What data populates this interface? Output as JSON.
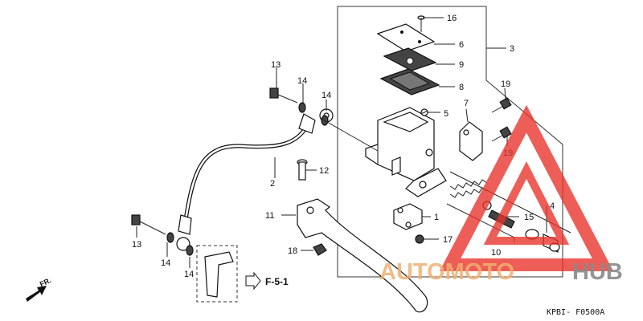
{
  "diagram": {
    "callouts": [
      {
        "id": "c16",
        "text": "16"
      },
      {
        "id": "c6",
        "text": "6"
      },
      {
        "id": "c3",
        "text": "3"
      },
      {
        "id": "c9",
        "text": "9"
      },
      {
        "id": "c8",
        "text": "8"
      },
      {
        "id": "c13a",
        "text": "13"
      },
      {
        "id": "c14a",
        "text": "14"
      },
      {
        "id": "c14b",
        "text": "14"
      },
      {
        "id": "c19a",
        "text": "19"
      },
      {
        "id": "c7",
        "text": "7"
      },
      {
        "id": "c5",
        "text": "5"
      },
      {
        "id": "c19b",
        "text": "19"
      },
      {
        "id": "c2",
        "text": "2"
      },
      {
        "id": "c12",
        "text": "12"
      },
      {
        "id": "c11",
        "text": "11"
      },
      {
        "id": "c1",
        "text": "1"
      },
      {
        "id": "c15",
        "text": "15"
      },
      {
        "id": "c4",
        "text": "4"
      },
      {
        "id": "c13b",
        "text": "13"
      },
      {
        "id": "c17",
        "text": "17"
      },
      {
        "id": "c10",
        "text": "10"
      },
      {
        "id": "c18",
        "text": "18"
      },
      {
        "id": "c14c",
        "text": "14"
      },
      {
        "id": "c14d",
        "text": "14"
      }
    ],
    "reference_label": "F-5-1",
    "front_label": "FR.",
    "diagram_code": "KPBI- F0500A"
  },
  "watermark": {
    "brand_part1": "AUTOMOTO",
    "brand_part2": "HUB",
    "color_red": "#e8322a",
    "color_orange": "#f0b070",
    "color_gray": "#8a8a8a"
  }
}
